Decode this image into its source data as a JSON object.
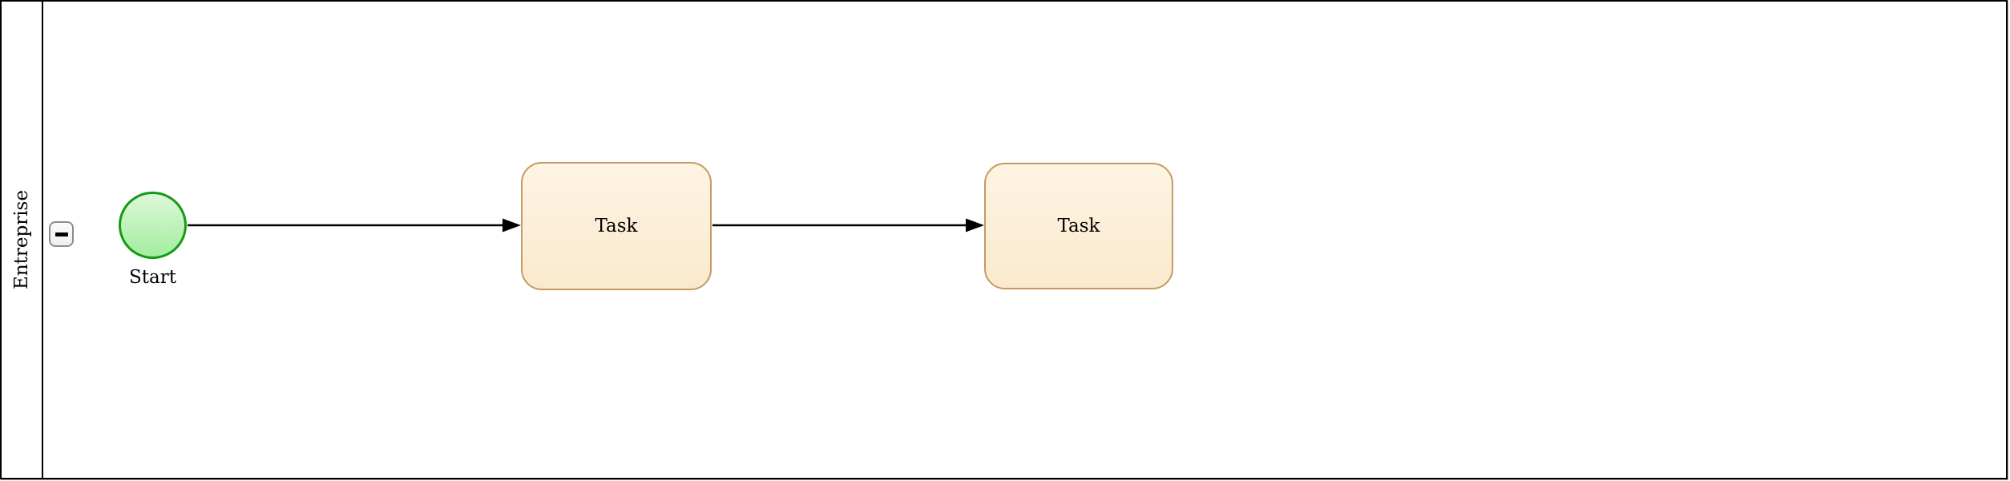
{
  "diagram": {
    "type": "bpmn-process",
    "pool": {
      "label": "Entreprise",
      "collapse_state": "expanded"
    },
    "nodes": [
      {
        "id": "start",
        "type": "start-event",
        "label": "Start"
      },
      {
        "id": "task1",
        "type": "task",
        "label": "Task"
      },
      {
        "id": "task2",
        "type": "task",
        "label": "Task"
      }
    ],
    "edges": [
      {
        "from": "start",
        "to": "task1",
        "style": "sequence-flow"
      },
      {
        "from": "task1",
        "to": "task2",
        "style": "sequence-flow"
      }
    ],
    "colors": {
      "pool_border": "#000000",
      "task_border": "#c49a62",
      "task_fill_top": "#fdf4e3",
      "task_fill_bottom": "#fae9cd",
      "start_border": "#149a14",
      "start_fill_top": "#def8d9",
      "start_fill_bottom": "#a2eda0",
      "button_border": "#8c8c8c",
      "button_fill": "#efefef",
      "flow_stroke": "#000000"
    }
  }
}
